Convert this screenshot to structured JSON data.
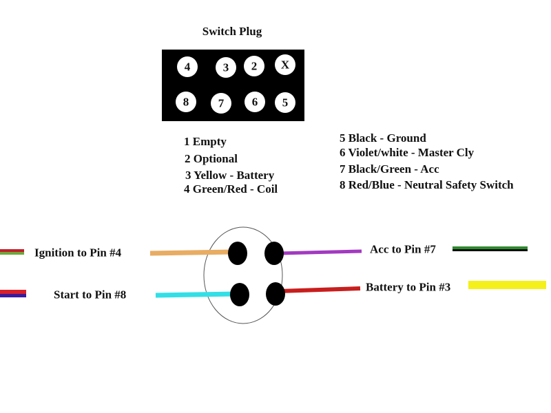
{
  "switch_plug": {
    "title": "Switch Plug",
    "top_row": [
      "4",
      "3",
      "2",
      "X"
    ],
    "bottom_row": [
      "8",
      "7",
      "6",
      "5"
    ]
  },
  "legend_left": [
    "1 Empty",
    "2 Optional",
    "3 Yellow - Battery",
    "4 Green/Red - Coil"
  ],
  "legend_right": [
    "5 Black - Ground",
    "6 Violet/white - Master Cly",
    "7 Black/Green - Acc",
    "8 Red/Blue  - Neutral Safety Switch"
  ],
  "connector": {
    "ignition": {
      "label": "Ignition to Pin #4",
      "wire_color": "#e8ac62",
      "stub_colors": [
        "#c0202a",
        "#6fa83a"
      ]
    },
    "start": {
      "label": "Start to Pin #8",
      "wire_color": "#33dfe6",
      "stub_colors": [
        "#d8202a",
        "#3a1aa0"
      ]
    },
    "acc": {
      "label": "Acc to Pin #7",
      "wire_color": "#a23ac0",
      "stub_colors": [
        "#0d0d0d",
        "#2e8a2e"
      ]
    },
    "battery": {
      "label": "Battery to Pin #3",
      "wire_color": "#c81e1e",
      "stub_colors": [
        "#f5f01a"
      ]
    }
  }
}
